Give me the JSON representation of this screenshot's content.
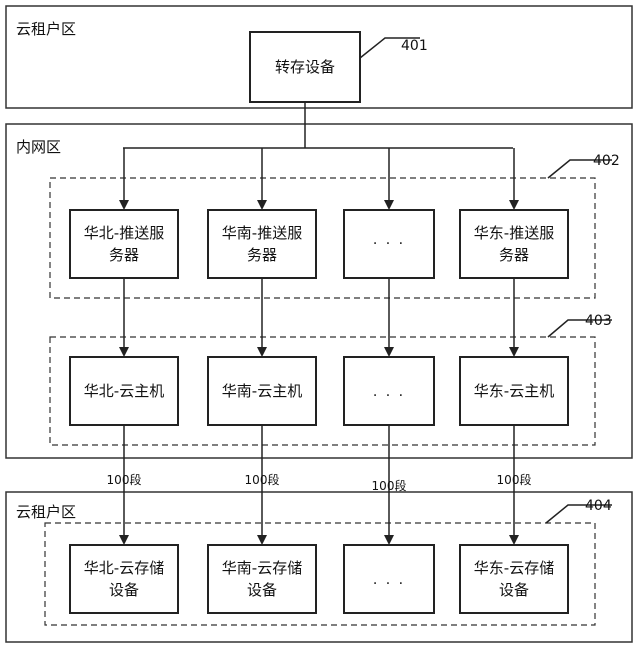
{
  "zones": {
    "top": "云租户区",
    "middle": "内网区",
    "bottom": "云租户区"
  },
  "transfer_device": {
    "label": "转存设备",
    "ref": "401"
  },
  "groups": {
    "push_ref": "402",
    "host_ref": "403",
    "storage_ref": "404"
  },
  "push_servers": [
    [
      "华北-推送服",
      "务器"
    ],
    [
      "华南-推送服",
      "务器"
    ],
    [
      "· · ·"
    ],
    [
      "华东-推送服",
      "务器"
    ]
  ],
  "cloud_hosts": [
    [
      "华北-云主机"
    ],
    [
      "华南-云主机"
    ],
    [
      "· · ·"
    ],
    [
      "华东-云主机"
    ]
  ],
  "storage_devices": [
    [
      "华北-云存储",
      "设备"
    ],
    [
      "华南-云存储",
      "设备"
    ],
    [
      "· · ·"
    ],
    [
      "华东-云存储",
      "设备"
    ]
  ],
  "segment_labels": [
    "100段",
    "100段",
    "100段",
    "100段"
  ]
}
